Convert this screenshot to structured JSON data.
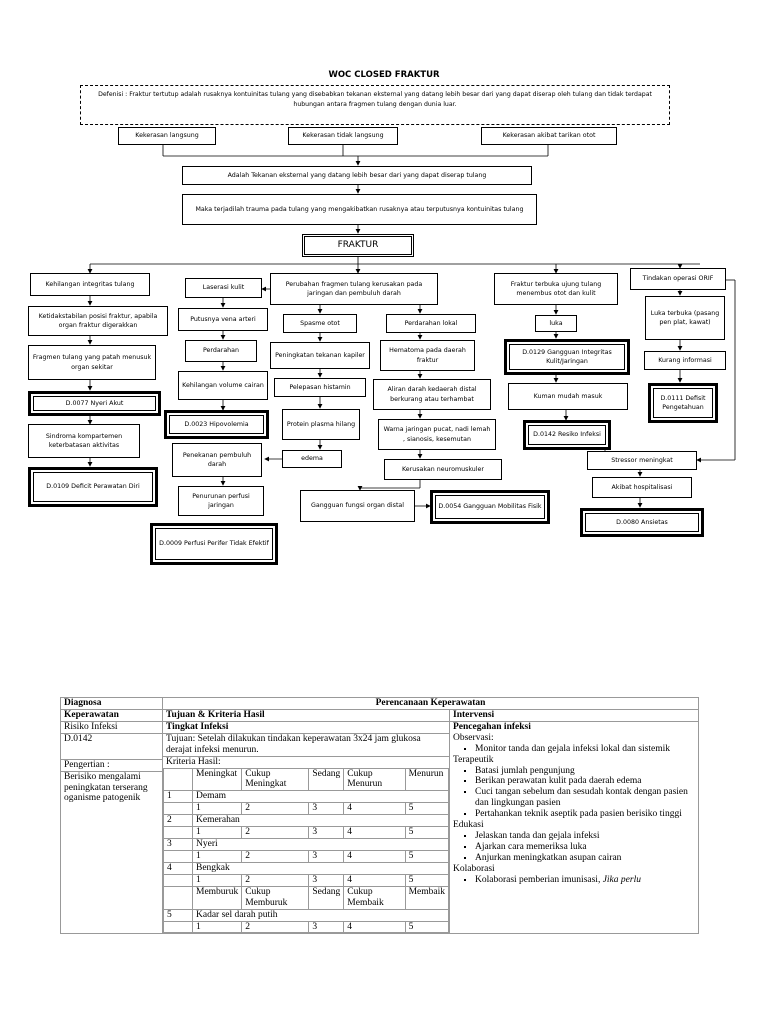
{
  "woc": {
    "title": "WOC CLOSED FRAKTUR",
    "definition": "Defenisi : Fraktur tertutup adalah rusaknya kontuinitas tulang yang disebabkan tekanan eksternal yang datang lebih besar dari yang dapat diserap oleh tulang dan tidak terdapat hubungan antara fragmen tulang dengan dunia luar.",
    "causes": [
      "Kekerasan langsung",
      "Kekerasan tidak langsung",
      "Kekerasan akibat tarikan otot"
    ],
    "step1": "Adalah Tekanan eksternal yang datang lebih besar dari yang dapat diserap tulang",
    "step2": "Maka terjadilah trauma pada tulang yang mengakibatkan rusaknya atau terputusnya kontuinitas tulang",
    "main": "FRAKTUR",
    "col1": [
      "Kehilangan integritas tulang",
      "Ketidakstabilan posisi fraktur, apabila organ fraktur digerakkan",
      "Fragmen tulang yang patah menusuk organ sekitar",
      "D.0077 Nyeri Akut",
      "Sindroma kompartemen keterbatasan aktivitas",
      "D.0109 Deficit Perawatan Diri"
    ],
    "col2": [
      "Laserasi kulit",
      "Putusnya vena arteri",
      "Perdarahan",
      "Kehilangan volume cairan",
      "D.0023 Hipovolemia",
      "Penekanan pembuluh darah",
      "Penurunan perfusi jaringan",
      "D.0009 Perfusi Perifer Tidak Efektif"
    ],
    "center": "Perubahan fragmen tulang kerusakan pada jaringan dan pembuluh darah",
    "col3": [
      "Spasme otot",
      "Peningkatan tekanan kapiler",
      "Pelepasan histamin",
      "Protein plasma hilang",
      "edema"
    ],
    "col4": [
      "Perdarahan lokal",
      "Hematoma pada daerah fraktur",
      "Aliran darah kedaerah distal berkurang atau terhambat",
      "Warna jaringan pucat, nadi lemah , sianosis, kesemutan",
      "Kerusakan neuromuskuler"
    ],
    "gangguan": "Gangguan fungsi organ distal",
    "mobilitas": "D.0054 Gangguan Mobilitas Fisik",
    "col5": [
      "Fraktur terbuka ujung tulang menembus otot dan kulit",
      "luka",
      "D.0129 Gangguan Integritas Kulit/Jaringan",
      "Kuman mudah masuk",
      "D.0142 Resiko Infeksi"
    ],
    "col6": [
      "Tindakan operasi ORIF",
      "Luka terbuka (pasang pen plat, kawat)",
      "Kurang informasi",
      "D.0111 Defisit Pengetahuan"
    ],
    "col7": [
      "Stressor meningkat",
      "Akibat hospitalisasi",
      "D.0080 Ansietas"
    ]
  },
  "plan": {
    "h_diag": "Diagnosa Keperawatan",
    "h_diag1": "Diagnosa",
    "h_diag2": "Keperawatan",
    "h_plan": "Perencanaan Keperawatan",
    "h_tujuan": "Tujuan & Kriteria Hasil",
    "h_intervensi": "Intervensi",
    "diag_name": "Risiko Infeksi",
    "diag_code": "D.0142",
    "pengertian_label": "Pengertian :",
    "pengertian": "Berisiko mengalami peningkatan terserang oganisme patogenik",
    "tingkat": "Tingkat Infeksi",
    "tujuan": "Tujuan:  Setelah dilakukan tindakan keperawatan 3x24 jam glukosa derajat infeksi menurun.",
    "kriteria_label": "Kriteria Hasil:",
    "scale_head": [
      "Meningkat",
      "Cukup Meningkat",
      "Sedang",
      "Cukup Menurun",
      "Menurun"
    ],
    "criteria": [
      {
        "no": "1",
        "name": "Demam",
        "scores": [
          "1",
          "2",
          "3",
          "4",
          "5"
        ]
      },
      {
        "no": "2",
        "name": "Kemerahan",
        "scores": [
          "1",
          "2",
          "3",
          "4",
          "5"
        ]
      },
      {
        "no": "3",
        "name": "Nyeri",
        "scores": [
          "1",
          "2",
          "3",
          "4",
          "5"
        ]
      },
      {
        "no": "4",
        "name": "Bengkak",
        "scores": [
          "1",
          "2",
          "3",
          "4",
          "5"
        ]
      }
    ],
    "scale_head2": [
      "Memburuk",
      "Cukup Memburuk",
      "Sedang",
      "Cukup Membaik",
      "Membaik"
    ],
    "criteria5": {
      "no": "5",
      "name": "Kadar sel darah putih",
      "scores": [
        "1",
        "2",
        "3",
        "4",
        "5"
      ]
    },
    "int_title": "Pencegahan infeksi",
    "observasi": "Observasi:",
    "obs_items": [
      "Monitor tanda dan gejala infeksi lokal dan sistemik"
    ],
    "terapeutik": "Terapeutik",
    "ter_items": [
      "Batasi jumlah pengunjung",
      "Berikan perawatan kulit pada daerah edema",
      "Cuci tangan sebelum dan sesudah kontak dengan pasien dan lingkungan pasien",
      "Pertahankan teknik aseptik pada pasien berisiko tinggi"
    ],
    "edukasi": "Edukasi",
    "edu_items": [
      "Jelaskan tanda dan gejala infeksi",
      "Ajarkan cara memeriksa luka",
      "Anjurkan meningkatkan asupan cairan"
    ],
    "kolaborasi": "Kolaborasi",
    "kol_item": "Kolaborasi pemberian imunisasi, ",
    "kol_item_italic": "Jika perlu"
  }
}
